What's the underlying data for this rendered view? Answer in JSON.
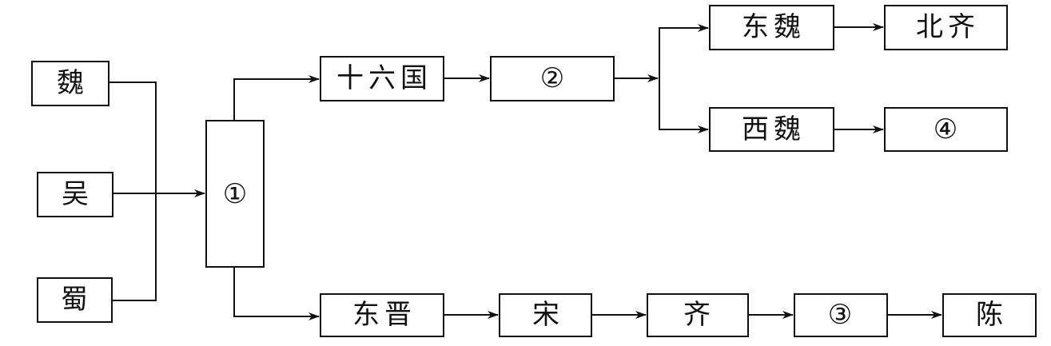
{
  "nodes": {
    "wei": "魏",
    "wu": "吴",
    "shu": "蜀",
    "blank1": "①",
    "sixteen_kingdoms": "十六国",
    "blank2": "②",
    "east_wei": "东魏",
    "north_qi": "北齐",
    "west_wei": "西魏",
    "blank4": "④",
    "east_jin": "东晋",
    "song": "宋",
    "qi": "齐",
    "blank3": "③",
    "chen": "陈"
  }
}
